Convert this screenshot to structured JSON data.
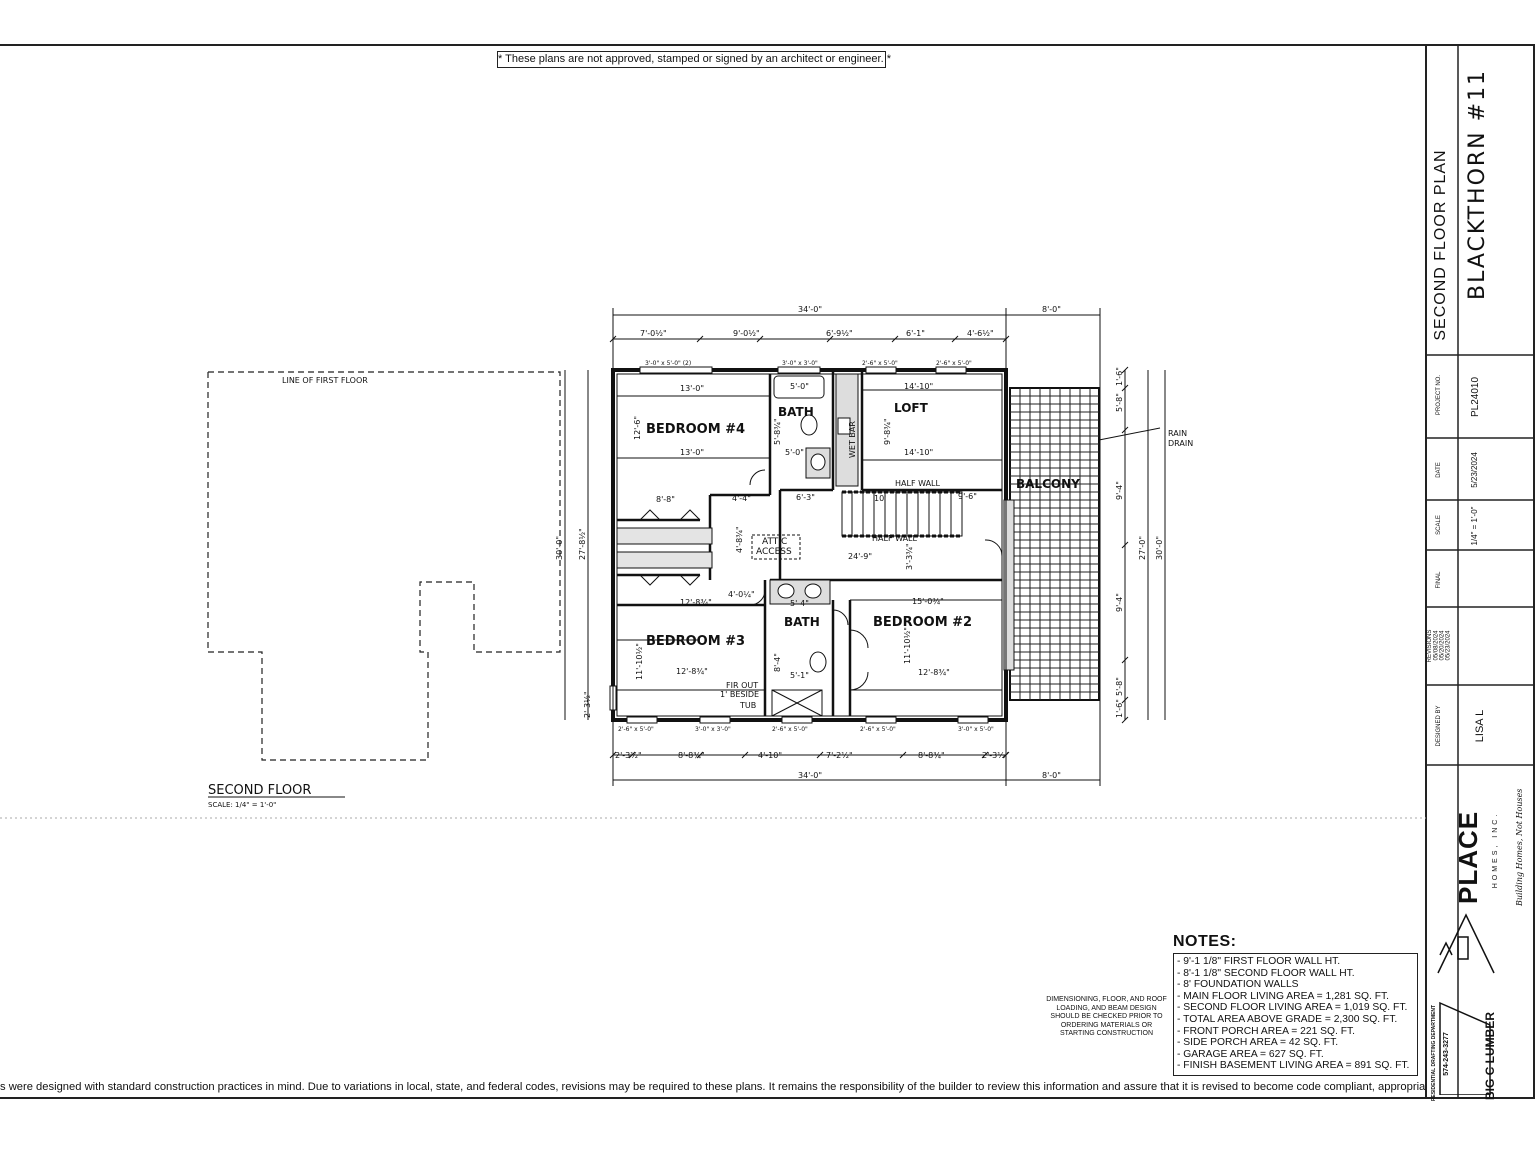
{
  "disclaimer_top": "* These plans are not approved, stamped or signed by an architect or engineer. *",
  "drawing": {
    "title": "SECOND FLOOR",
    "scale": "SCALE: 1/4\" = 1'-0\"",
    "first_floor_label": "LINE OF FIRST FLOOR",
    "rooms": {
      "bedroom4": "BEDROOM #4",
      "bedroom3": "BEDROOM #3",
      "bedroom2": "BEDROOM #2",
      "bath_upper": "BATH",
      "bath_lower": "BATH",
      "loft": "LOFT",
      "balcony": "BALCONY",
      "wet_bar": "WET BAR",
      "half_wall_top": "HALF WALL",
      "half_wall_bottom": "HALF WALL",
      "attic_access_1": "ATTIC",
      "attic_access_2": "ACCESS",
      "fir_out_1": "FIR OUT",
      "fir_out_2": "1' BESIDE",
      "fir_out_3": "TUB",
      "rain_drain_1": "RAIN",
      "rain_drain_2": "DRAIN"
    },
    "dims": {
      "top_overall": "34'-0\"",
      "top_balcony": "8'-0\"",
      "top_seg1": "7'-0½\"",
      "top_seg2": "9'-0½\"",
      "top_seg3": "6'-9½\"",
      "top_seg4": "6'-1\"",
      "top_seg5": "4'-6½\"",
      "bottom_seg1": "2'-3½\"",
      "bottom_seg2": "8'-8¾\"",
      "bottom_seg3": "4'-10\"",
      "bottom_seg4": "7'-2½\"",
      "bottom_seg5": "8'-8¾\"",
      "bottom_seg6": "2'-3½\"",
      "bottom_overall": "34'-0\"",
      "bottom_balcony": "8'-0\"",
      "left_overall": "30'-0\"",
      "left_inner": "27'-8½\"",
      "left_small": "2'-3½\"",
      "right_overall": "30'-0\"",
      "right_inner": "27'-0\"",
      "right_seg1": "1'-6\"",
      "right_seg2": "5'-8\"",
      "right_seg3": "9'-4\"",
      "right_seg4": "9'-4\"",
      "right_seg5": "5'-8\"",
      "right_seg6": "1'-6\"",
      "bed4_w": "13'-0\"",
      "bed4_w2": "13'-0\"",
      "bed4_h": "12'-6\"",
      "bed4_closet": "8'-8\"",
      "bath_w": "5'-0\"",
      "bath_h": "5'-8¾\"",
      "loft_w": "14'-10\"",
      "loft_w2": "14'-10\"",
      "loft_h": "9'-8¾\"",
      "stair_w": "10'",
      "stair_h": "9'-6\"",
      "stair_l": "6'-3\"",
      "hall_w": "24'-9\"",
      "bed3_w": "12'-8¾\"",
      "bed3_w2": "12'-8¾\"",
      "bed3_h": "11'-10½\"",
      "bed2_w": "15'-0¾\"",
      "bed2_w2": "12'-8¾\"",
      "bed2_h": "11'-10½\"",
      "closet_44": "4'-4\"",
      "closet_40": "4'-0¼\"",
      "bath2_w": "5'-1\"",
      "bath2_h": "8'-4\"",
      "bath2_top": "5'-4\"",
      "hall_v": "4'-8¾\"",
      "stair_v": "3'-3¾\"",
      "window1": "3'-0\" x 5'-0\" (2)",
      "window2": "3'-0\" x 3'-0\"",
      "window3": "2'-6\" x 5'-0\"",
      "window4": "2'-6\" x 5'-0\"",
      "window5": "2'-6\" x 5'-0\"",
      "window6": "3'-0\" x 3'-0\"",
      "window7": "2'-6\" x 5'-0\"",
      "window8": "2'-6\" x 5'-0\"",
      "window9": "3'-0\" x 5'-0\""
    }
  },
  "notes": {
    "title": "NOTES:",
    "items": [
      "- 9'-1 1/8\" FIRST FLOOR WALL HT.",
      "- 8'-1 1/8\" SECOND FLOOR WALL HT.",
      "- 8' FOUNDATION WALLS",
      "- MAIN FLOOR LIVING AREA = 1,281 SQ. FT.",
      "- SECOND FLOOR LIVING AREA = 1,019 SQ. FT.",
      "- TOTAL AREA ABOVE GRADE = 2,300 SQ. FT.",
      "- FRONT PORCH AREA = 221 SQ. FT.",
      "- SIDE PORCH AREA = 42 SQ. FT.",
      "- GARAGE AREA = 627 SQ. FT.",
      "- FINISH BASEMENT LIVING AREA = 891 SQ. FT."
    ]
  },
  "dimension_note": "DIMENSIONING, FLOOR, AND ROOF LOADING, AND BEAM DESIGN SHOULD BE CHECKED PRIOR TO ORDERING MATERIALS OR STARTING CONSTRUCTION",
  "bottom_note": "s were designed with standard construction practices in mind.  Due to variations in local, state, and federal codes, revisions may be required to these plans.  It remains the responsibility of the builder to review this information and assure that it is revised to become code compliant, appropriate, and complete.",
  "title_block": {
    "sheet_title": "SECOND FLOOR PLAN",
    "plan_name": "BLACKTHORN #11",
    "project_no_label": "PROJECT NO.",
    "project_no": "PL24010",
    "date_label": "DATE",
    "date": "5/23/2024",
    "scale_label": "SCALE",
    "scale": "1/4\" = 1'-0\"",
    "final_label": "FINAL",
    "revisions_label": "REVISIONS",
    "revisions": [
      "05/08/2024",
      "05/20/2024",
      "05/23/2024"
    ],
    "designed_by_label": "DESIGNED BY",
    "designed_by": "LISA L",
    "company_name": "PLACE",
    "company_sub": "HOMES, INC.",
    "company_tagline": "Building Homes, Not Houses",
    "lumber_brand": "BIG C LUMBER",
    "lumber_dept": "RESIDENTIAL DRAFTING DEPARTMENT",
    "lumber_phone": "574-243-3277"
  }
}
